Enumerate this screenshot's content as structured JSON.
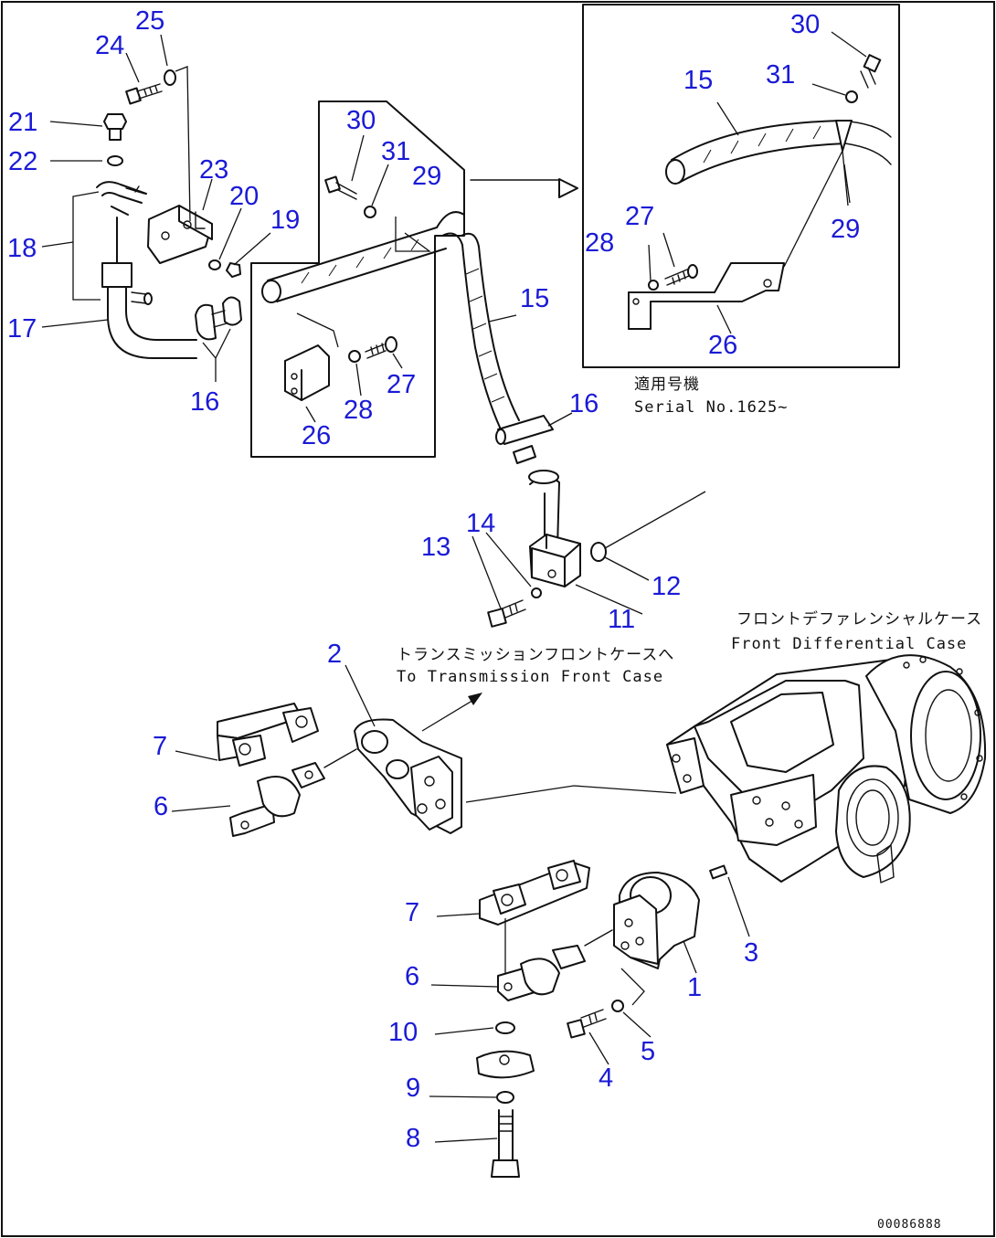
{
  "drawing_number": "00086888",
  "notes": {
    "serial_jp": "適用号機",
    "serial_en": "Serial No.1625~",
    "transmission_jp": "トランスミッションフロントケースへ",
    "transmission_en": "To Transmission Front Case",
    "differential_jp": "フロントデファレンシャルケース",
    "differential_en": "Front Differential Case"
  },
  "callouts": {
    "c1": "1",
    "c2": "2",
    "c3": "3",
    "c4": "4",
    "c5": "5",
    "c6a": "6",
    "c6b": "6",
    "c7a": "7",
    "c7b": "7",
    "c8": "8",
    "c9": "9",
    "c10": "10",
    "c11": "11",
    "c12": "12",
    "c13": "13",
    "c14": "14",
    "c15a": "15",
    "c15b": "15",
    "c16a": "16",
    "c16b": "16",
    "c17": "17",
    "c18": "18",
    "c19": "19",
    "c20": "20",
    "c21": "21",
    "c22": "22",
    "c23": "23",
    "c24": "24",
    "c25": "25",
    "c26a": "26",
    "c26b": "26",
    "c27a": "27",
    "c27b": "27",
    "c28a": "28",
    "c28b": "28",
    "c29a": "29",
    "c29b": "29",
    "c30a": "30",
    "c30b": "30",
    "c31a": "31",
    "c31b": "31"
  }
}
